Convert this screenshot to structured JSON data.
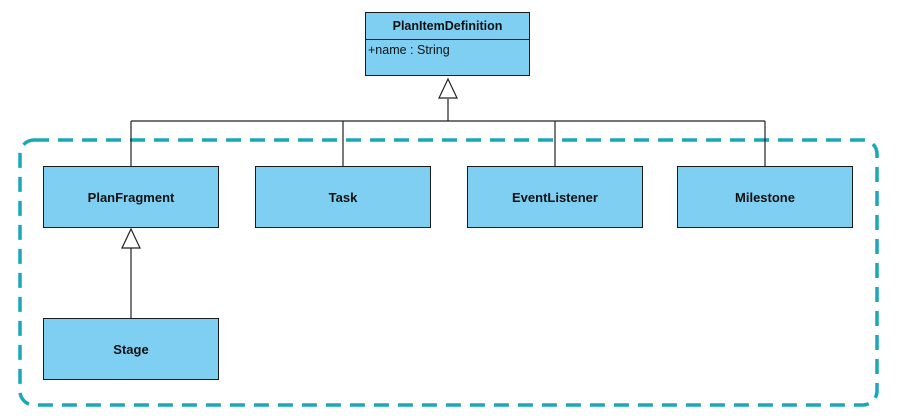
{
  "superclass": {
    "name": "PlanItemDefinition",
    "attribute": "+name : String"
  },
  "subclasses": [
    {
      "key": "plan_fragment",
      "label": "PlanFragment"
    },
    {
      "key": "task",
      "label": "Task"
    },
    {
      "key": "event_listener",
      "label": "EventListener"
    },
    {
      "key": "milestone",
      "label": "Milestone"
    }
  ],
  "sub_subclass": {
    "label": "Stage"
  },
  "colors": {
    "box_fill": "#7fcff2",
    "box_border": "#1a1a1a",
    "group_border": "#1aa8b8",
    "connector": "#222222"
  }
}
